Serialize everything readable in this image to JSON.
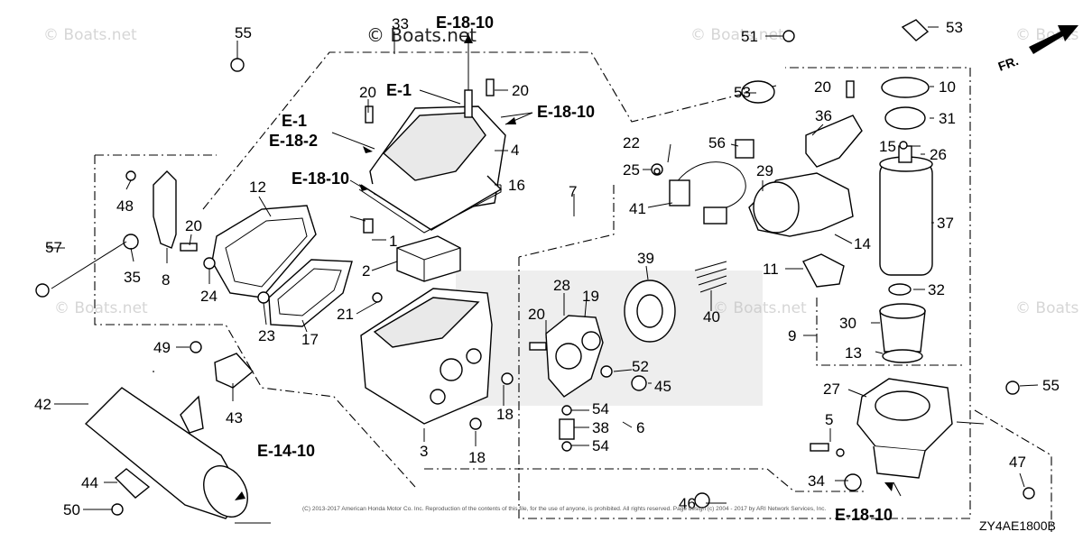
{
  "watermarks": {
    "main": "© Boats.net",
    "faint": "© Boats.net",
    "faint_partial": "© Boats"
  },
  "diagram_code": "ZY4AE1800B",
  "forward_label": "FR.",
  "copyright": "(C) 2013-2017 American Honda Motor Co. Inc. Reproduction of the contents of this file, for the use of anyone, is prohibited. All rights reserved. Page design (c) 2004 - 2017 by ARI Network Services, Inc.",
  "refs": {
    "e18_10_top": "E-18-10",
    "e1_top": "E-1",
    "e18_10_right": "E-18-10",
    "e1_left": "E-1",
    "e18_2": "E-18-2",
    "e18_10_mid": "E-18-10",
    "e14_10": "E-14-10",
    "e18_10_bottom": "E-18-10"
  },
  "parts": {
    "p1": "1",
    "p2": "2",
    "p3": "3",
    "p4": "4",
    "p5": "5",
    "p6": "6",
    "p7": "7",
    "p8": "8",
    "p9": "9",
    "p10": "10",
    "p11": "11",
    "p12": "12",
    "p13": "13",
    "p14": "14",
    "p15": "15",
    "p16": "16",
    "p17": "17",
    "p18a": "18",
    "p18b": "18",
    "p19": "19",
    "p20a": "20",
    "p20b": "20",
    "p20c": "20",
    "p20d": "20",
    "p20e": "20",
    "p21": "21",
    "p22": "22",
    "p23": "23",
    "p24": "24",
    "p25": "25",
    "p26": "26",
    "p27": "27",
    "p28": "28",
    "p29": "29",
    "p30": "30",
    "p31": "31",
    "p32": "32",
    "p33": "33",
    "p34": "34",
    "p35": "35",
    "p36": "36",
    "p37": "37",
    "p38": "38",
    "p39": "39",
    "p40": "40",
    "p41": "41",
    "p42": "42",
    "p43": "43",
    "p44": "44",
    "p45": "45",
    "p46": "46",
    "p47": "47",
    "p48": "48",
    "p49": "49",
    "p50": "50",
    "p51": "51",
    "p52": "52",
    "p53a": "53",
    "p53b": "53",
    "p54a": "54",
    "p54b": "54",
    "p55a": "55",
    "p55b": "55",
    "p56": "56",
    "p57": "57"
  }
}
